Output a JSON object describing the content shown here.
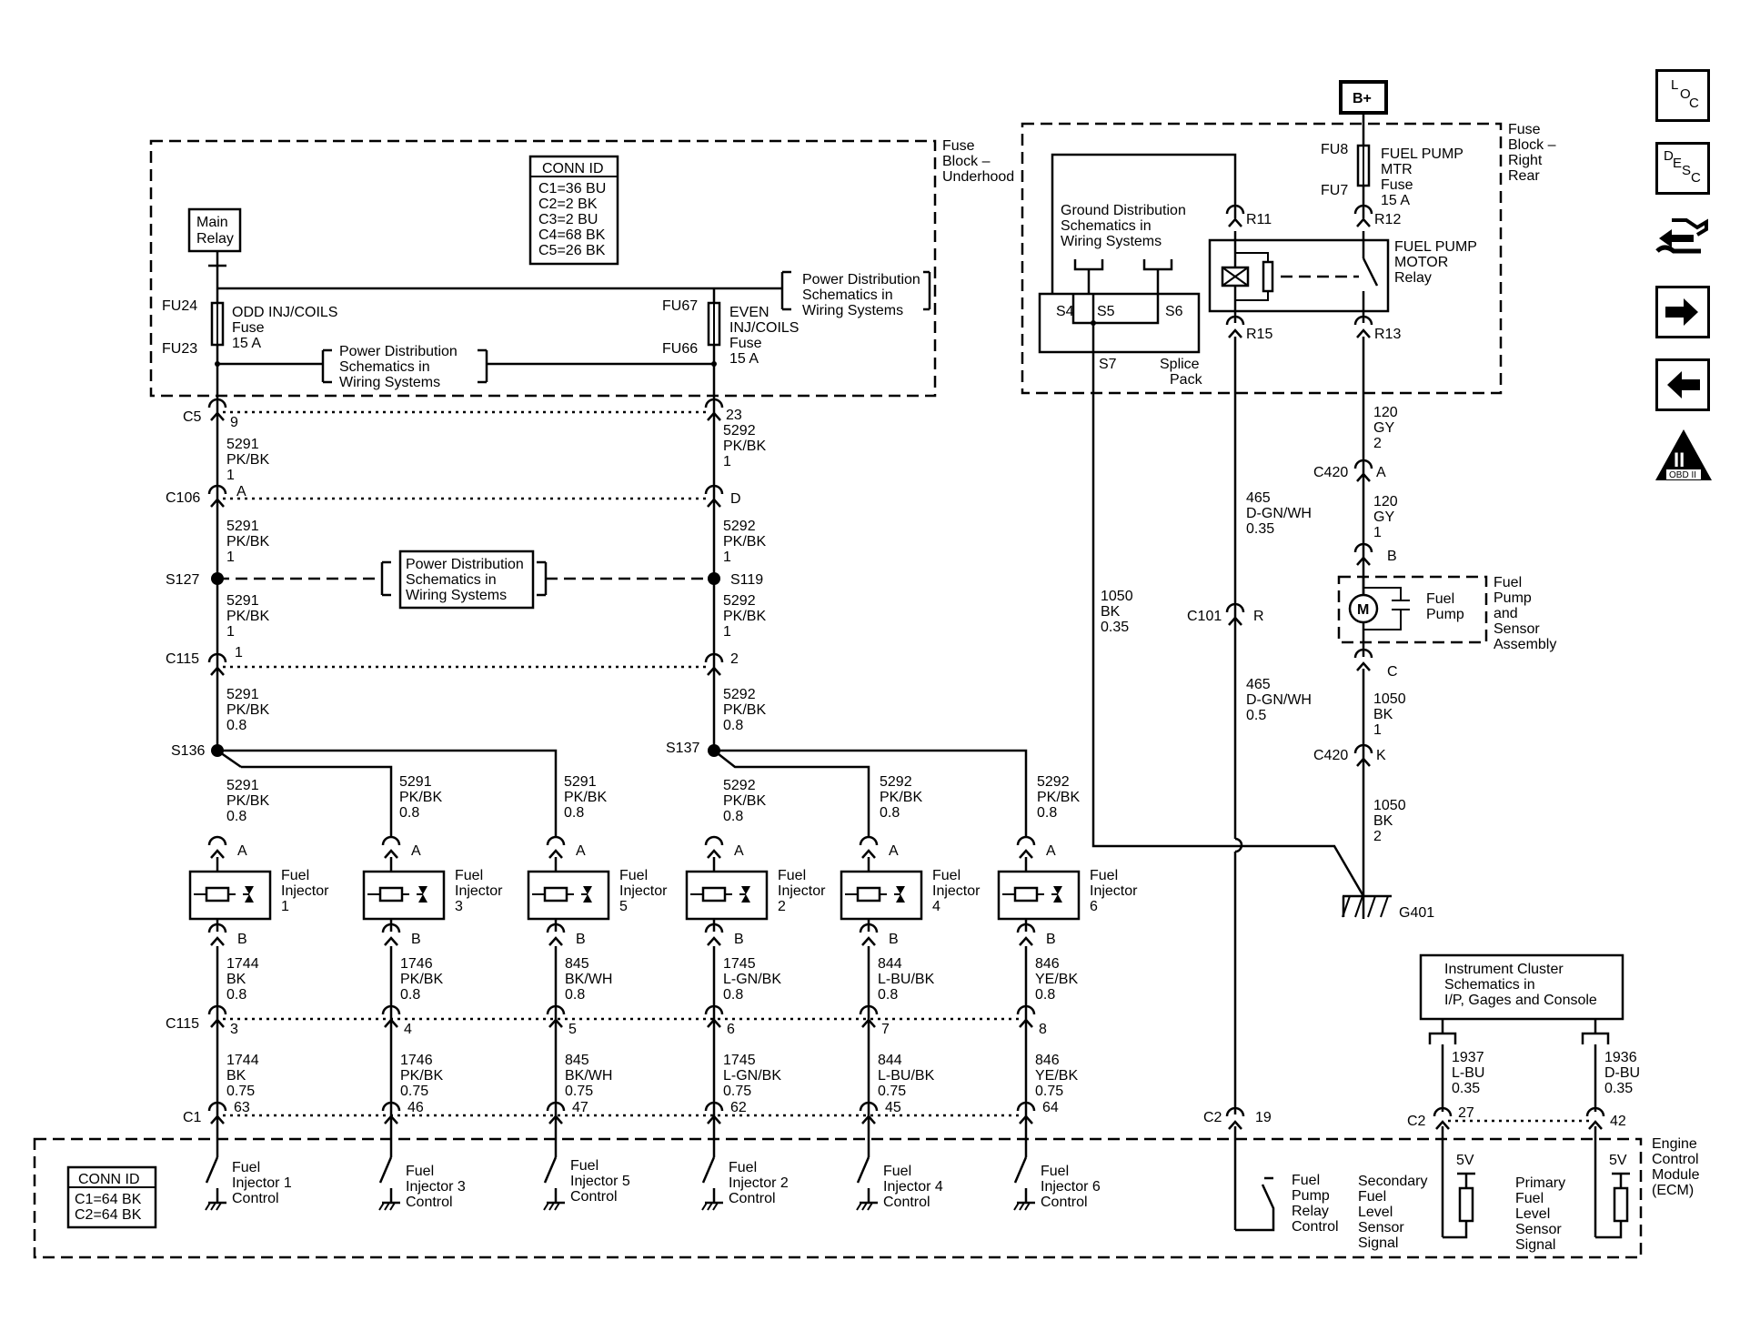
{
  "title": {
    "bplus": "B+",
    "main_relay": [
      "Main",
      "Relay"
    ]
  },
  "fuse_block_underhood": {
    "label": [
      "Fuse",
      "Block –",
      "Underhood"
    ],
    "conn_id_title": "CONN ID",
    "conn_id": [
      "C1=36 BU",
      "C2=2 BK",
      "C3=2 BU",
      "C4=68 BK",
      "C5=26 BK"
    ],
    "odd_fuse": {
      "top": "FU24",
      "bottom": "FU23",
      "name": [
        "ODD INJ/COILS",
        "Fuse",
        "15 A"
      ]
    },
    "even_fuse": {
      "top": "FU67",
      "bottom": "FU66",
      "name": [
        "EVEN",
        "INJ/COILS",
        "Fuse",
        "15 A"
      ]
    },
    "power_dist_1": [
      "Power Distribution",
      "Schematics in",
      "Wiring Systems"
    ],
    "power_dist_2": [
      "Power Distribution",
      "Schematics in",
      "Wiring Systems"
    ]
  },
  "fuse_block_right_rear": {
    "label": [
      "Fuse",
      "Block –",
      "Right",
      "Rear"
    ],
    "fuel_pump_fuse": {
      "top": "FU8",
      "bottom": "FU7",
      "name": [
        "FUEL PUMP",
        "MTR",
        "Fuse",
        "15 A"
      ]
    },
    "relay_name": [
      "FUEL PUMP",
      "MOTOR",
      "Relay"
    ],
    "pins": {
      "r11": "R11",
      "r12": "R12",
      "r13": "R13",
      "r15": "R15"
    },
    "ground_dist": [
      "Ground Distribution",
      "Schematics in",
      "Wiring Systems"
    ],
    "splice_pack": {
      "s4": "S4",
      "s5": "S5",
      "s6": "S6",
      "s7": "S7",
      "name": [
        "Splice",
        "Pack"
      ]
    }
  },
  "left_bank": {
    "c5": {
      "conn": "C5",
      "odd": "9",
      "even": "23"
    },
    "c106": {
      "conn": "C106",
      "odd": "A",
      "even": "D"
    },
    "s127": "S127",
    "s119": "S119",
    "power_dist_3": [
      "Power Distribution",
      "Schematics in",
      "Wiring Systems"
    ],
    "c115a": {
      "conn": "C115",
      "odd": "1",
      "even": "2"
    },
    "s136": "S136",
    "s137": "S137",
    "odd_wires": [
      [
        "5291",
        "PK/BK",
        "1"
      ],
      [
        "5291",
        "PK/BK",
        "1"
      ],
      [
        "5291",
        "PK/BK",
        "1"
      ],
      [
        "5291",
        "PK/BK",
        "0.8"
      ]
    ],
    "even_wires": [
      [
        "5292",
        "PK/BK",
        "1"
      ],
      [
        "5292",
        "PK/BK",
        "1"
      ],
      [
        "5292",
        "PK/BK",
        "1"
      ],
      [
        "5292",
        "PK/BK",
        "0.8"
      ]
    ]
  },
  "injectors": [
    {
      "feed": [
        "5291",
        "PK/BK",
        "0.8"
      ],
      "name": [
        "Fuel",
        "Injector",
        "1"
      ],
      "w1": [
        "1744",
        "BK",
        "0.8"
      ],
      "c115": "3",
      "w2": [
        "1744",
        "BK",
        "0.75"
      ],
      "c1": "63",
      "ecm": [
        "Fuel",
        "Injector 1",
        "Control"
      ]
    },
    {
      "feed": [
        "5291",
        "PK/BK",
        "0.8"
      ],
      "name": [
        "Fuel",
        "Injector",
        "3"
      ],
      "w1": [
        "1746",
        "PK/BK",
        "0.8"
      ],
      "c115": "4",
      "w2": [
        "1746",
        "PK/BK",
        "0.75"
      ],
      "c1": "46",
      "ecm": [
        "Fuel",
        "Injector 3",
        "Control"
      ]
    },
    {
      "feed": [
        "5291",
        "PK/BK",
        "0.8"
      ],
      "name": [
        "Fuel",
        "Injector",
        "5"
      ],
      "w1": [
        "845",
        "BK/WH",
        "0.8"
      ],
      "c115": "5",
      "w2": [
        "845",
        "BK/WH",
        "0.75"
      ],
      "c1": "47",
      "ecm": [
        "Fuel",
        "Injector 5",
        "Control"
      ]
    },
    {
      "feed": [
        "5292",
        "PK/BK",
        "0.8"
      ],
      "name": [
        "Fuel",
        "Injector",
        "2"
      ],
      "w1": [
        "1745",
        "L-GN/BK",
        "0.8"
      ],
      "c115": "6",
      "w2": [
        "1745",
        "L-GN/BK",
        "0.75"
      ],
      "c1": "62",
      "ecm": [
        "Fuel",
        "Injector 2",
        "Control"
      ]
    },
    {
      "feed": [
        "5292",
        "PK/BK",
        "0.8"
      ],
      "name": [
        "Fuel",
        "Injector",
        "4"
      ],
      "w1": [
        "844",
        "L-BU/BK",
        "0.8"
      ],
      "c115": "7",
      "w2": [
        "844",
        "L-BU/BK",
        "0.75"
      ],
      "c1": "45",
      "ecm": [
        "Fuel",
        "Injector 4",
        "Control"
      ]
    },
    {
      "feed": [
        "5292",
        "PK/BK",
        "0.8"
      ],
      "name": [
        "Fuel",
        "Injector",
        "6"
      ],
      "w1": [
        "846",
        "YE/BK",
        "0.8"
      ],
      "c115": "8",
      "w2": [
        "846",
        "YE/BK",
        "0.75"
      ],
      "c1": "64",
      "ecm": [
        "Fuel",
        "Injector 6",
        "Control"
      ]
    }
  ],
  "pin_a": "A",
  "pin_b": "B",
  "c115b": "C115",
  "c1": "C1",
  "ecm": {
    "label": [
      "Engine",
      "Control",
      "Module",
      "(ECM)"
    ],
    "conn_id_title": "CONN ID",
    "conn_id": [
      "C1=64 BK",
      "C2=64 BK"
    ],
    "c2": "C2",
    "relay_pin": "19",
    "relay_ctrl": [
      "Fuel",
      "Pump",
      "Relay",
      "Control"
    ],
    "sec_pin": "27",
    "pri_pin": "42",
    "sec_signal": [
      "Secondary",
      "Fuel",
      "Level",
      "Sensor",
      "Signal"
    ],
    "pri_signal": [
      "Primary",
      "Fuel",
      "Level",
      "Sensor",
      "Signal"
    ],
    "v5": "5V"
  },
  "right_side": {
    "wire_465a": [
      "465",
      "D-GN/WH",
      "0.35"
    ],
    "c101": {
      "conn": "C101",
      "pin": "R"
    },
    "wire_465b": [
      "465",
      "D-GN/WH",
      "0.5"
    ],
    "wire_1050a": [
      "1050",
      "BK",
      "0.35"
    ],
    "wire_120a": [
      "120",
      "GY",
      "2"
    ],
    "c420a": {
      "conn": "C420",
      "pin": "A"
    },
    "wire_120b": [
      "120",
      "GY",
      "1"
    ],
    "pump_pin_b": "B",
    "pump_pin_c": "C",
    "motor": "M",
    "pump_name": [
      "Fuel",
      "Pump"
    ],
    "pump_assembly": [
      "Fuel",
      "Pump",
      "and",
      "Sensor",
      "Assembly"
    ],
    "wire_1050b": [
      "1050",
      "BK",
      "1"
    ],
    "c420k": {
      "conn": "C420",
      "pin": "K"
    },
    "wire_1050c": [
      "1050",
      "BK",
      "2"
    ],
    "ground": "G401",
    "cluster": [
      "Instrument Cluster",
      "Schematics in",
      "I/P, Gages and Console"
    ],
    "wire_1937": [
      "1937",
      "L-BU",
      "0.35"
    ],
    "wire_1936": [
      "1936",
      "D-BU",
      "0.35"
    ]
  },
  "nav": {
    "loc": [
      "L",
      "O",
      "C"
    ],
    "desc": [
      "D",
      "E",
      "S",
      "C"
    ],
    "obd": "OBD II",
    "obd_num": "II"
  }
}
